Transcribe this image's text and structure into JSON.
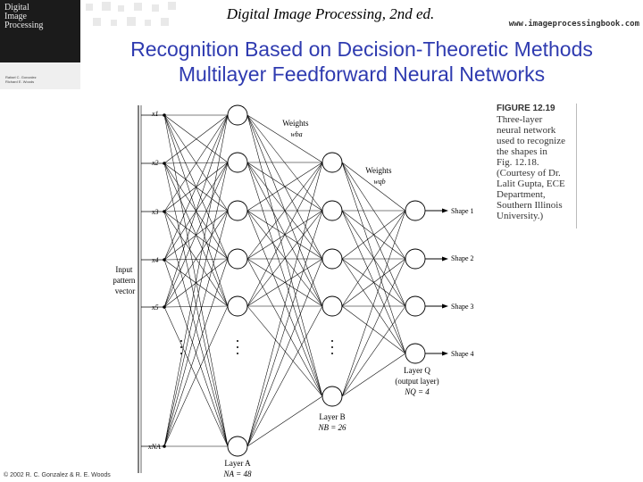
{
  "book": {
    "cover_title": "Digital\nImage\nProcessing",
    "cover_authors": "Rafael C. Gonzalez\nRichard E. Woods"
  },
  "header": {
    "title": "Digital Image Processing, 2nd ed.",
    "url": "www.imageprocessingbook.com"
  },
  "slide": {
    "title_line1": "Recognition Based on Decision-Theoretic Methods",
    "title_line2": "Multilayer Feedforward Neural Networks"
  },
  "figure": {
    "caption_head": "FIGURE 12.19",
    "caption_body": "Three-layer\nneural network\nused to recognize\nthe shapes in\nFig. 12.18.\n(Courtesy of Dr.\nLalit Gupta, ECE\nDepartment,\nSouthern Illinois\nUniversity.)"
  },
  "diagram": {
    "inputs": [
      "x1",
      "x2",
      "x3",
      "x4",
      "x5",
      "xNA"
    ],
    "input_label": "Input\npattern\nvector",
    "weights_ab": "Weights\nwba",
    "weights_bq": "Weights\nwqb",
    "outputs": [
      "Shape 1",
      "Shape 2",
      "Shape 3",
      "Shape 4"
    ],
    "layer_a": {
      "name": "Layer A",
      "size": "NA = 48"
    },
    "layer_b": {
      "name": "Layer B",
      "size": "NB = 26"
    },
    "layer_q": {
      "name": "Layer Q",
      "sub": "(output layer)",
      "size": "NQ = 4"
    }
  },
  "footer": {
    "copyright": "© 2002 R. C. Gonzalez & R. E. Woods"
  }
}
